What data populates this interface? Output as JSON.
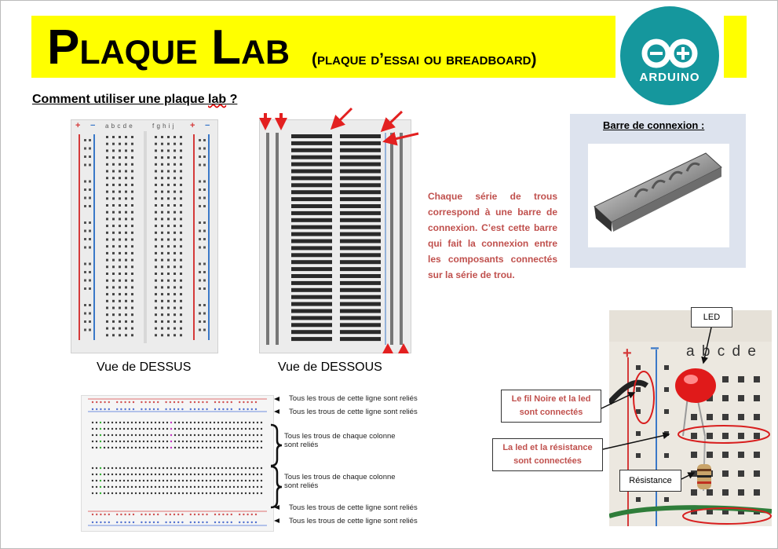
{
  "header": {
    "title": "Plaque Lab",
    "subtitle": "(plaque d’essai ou breadboard)",
    "logo_text": "ARDUINO"
  },
  "question": {
    "text_before": "Comment utiliser une plaque ",
    "text_word": "lab",
    "text_after": " ?"
  },
  "breadboard_top": {
    "caption": "Vue de DESSUS",
    "columns_left": "a b c d e",
    "columns_right": "f g h i j",
    "plus": "+",
    "minus": "−"
  },
  "breadboard_bottom": {
    "caption": "Vue de DESSOUS"
  },
  "explanation": {
    "text": "Chaque série de trous correspond à une barre de connexion. C’est cette barre qui fait la connexion entre les composants connectés sur la série de trou."
  },
  "connection_panel": {
    "title": "Barre de connexion :"
  },
  "diagram": {
    "line_label_1": "Tous les trous de cette ligne sont reliés",
    "line_label_2": "Tous les trous de cette ligne sont reliés",
    "column_label_1a": "Tous les trous de chaque colonne",
    "column_label_1b": "sont reliés",
    "column_label_2a": "Tous les trous de chaque colonne",
    "column_label_2b": "sont reliés",
    "line_label_3": "Tous les trous de cette ligne sont reliés",
    "line_label_4": "Tous les trous de cette ligne sont reliés"
  },
  "photo": {
    "columns": "a b c d e",
    "callout_led": "LED",
    "callout_wire_led_1": "Le fil Noire et la led",
    "callout_wire_led_2": "sont connectés",
    "callout_led_res_1": "La led et la résistance",
    "callout_led_res_2": "sont connectées",
    "callout_resistor": "Résistance",
    "plus": "+",
    "minus": "−"
  },
  "colors": {
    "banner": "#ffff00",
    "logo": "#15979d",
    "accent_red": "#c0504d",
    "arrow_red": "#e32020"
  }
}
